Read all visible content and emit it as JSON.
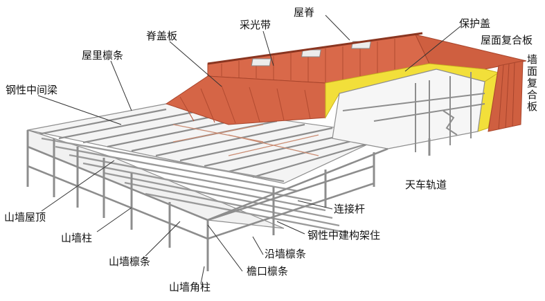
{
  "labels": {
    "roof_ridge": "屋脊",
    "skylight_strip": "采光带",
    "ridge_cap": "脊盖板",
    "protective_cap": "保护盖",
    "roof_composite_panel": "屋面复合板",
    "wall_composite_panel": "墙面复合板",
    "roof_purlin": "屋里檩条",
    "steel_middle_beam": "钢性中间梁",
    "crane_rail": "天车轨道",
    "gable_roof": "山墙屋顶",
    "tie_rod": "连接杆",
    "gable_column": "山墙柱",
    "steel_middle_frame_column": "钢性中建构架住",
    "wall_girt": "沿墙檩条",
    "gable_purlin": "山墙檩条",
    "eave_purlin": "檐口檩条",
    "gable_corner_column": "山墙角柱"
  },
  "colors": {
    "roof_panel": "#d9694a",
    "roof_panel_dark": "#b8462c",
    "insulation": "#f2df3a",
    "steel_frame": "#8d8d8d",
    "purlin_fill": "#eeeeee",
    "leader_line": "#333333"
  }
}
